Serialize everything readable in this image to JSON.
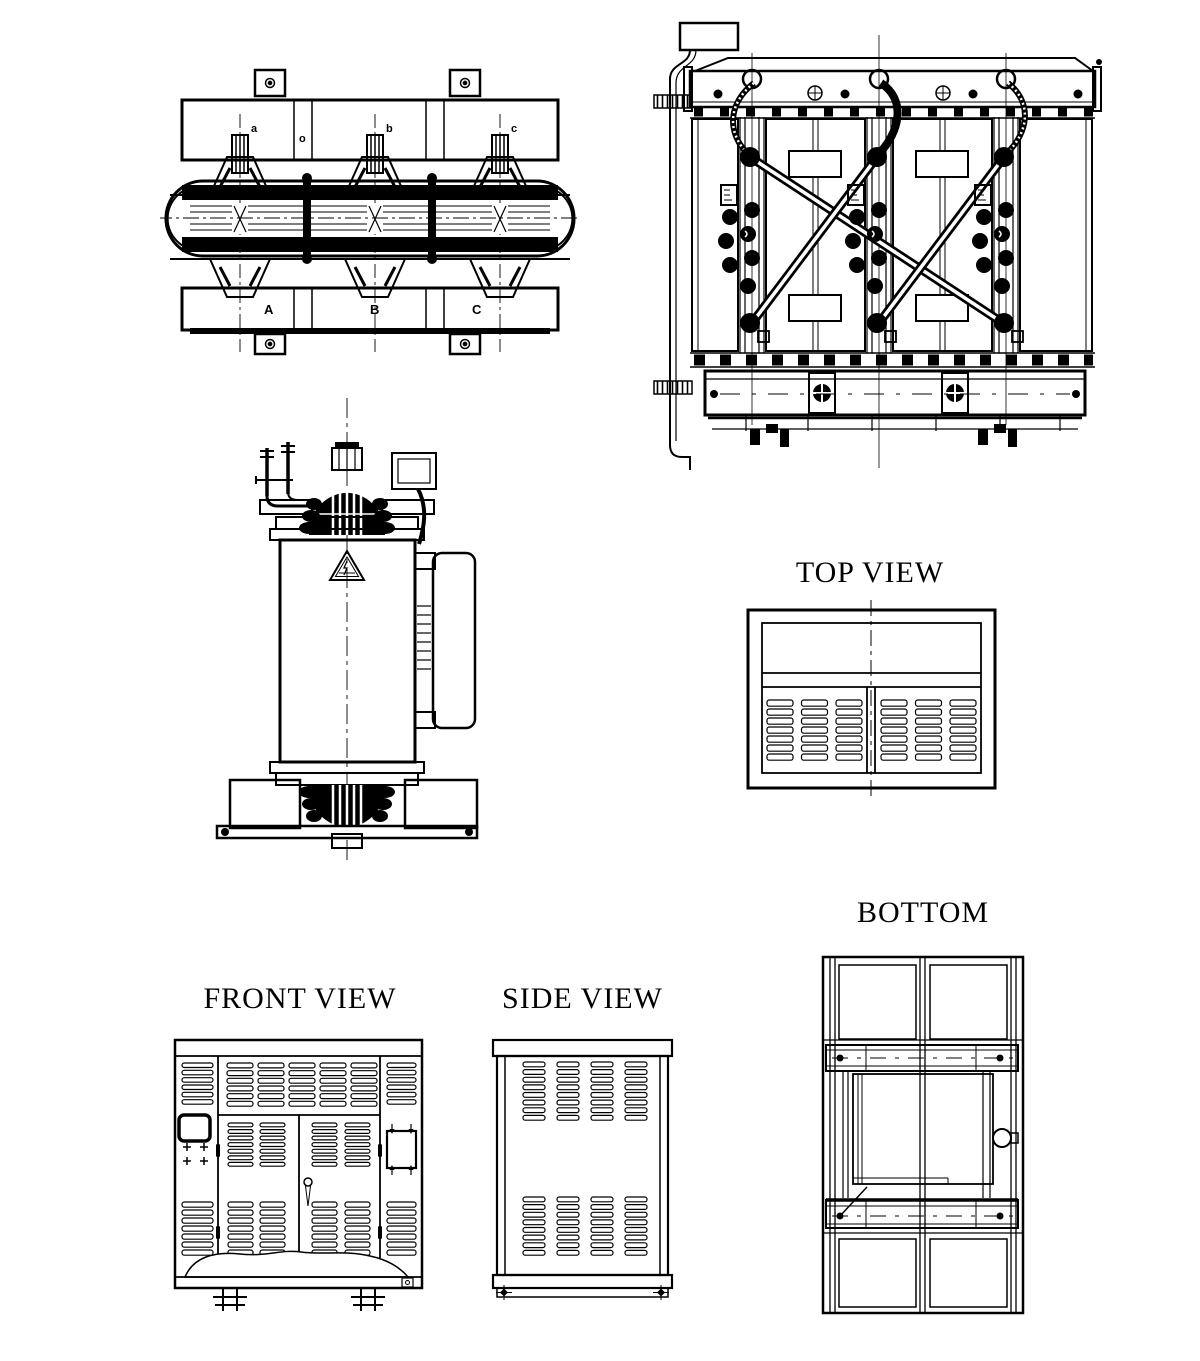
{
  "page": {
    "background": "#ffffff",
    "line_color": "#000000"
  },
  "labels": {
    "top_view": "TOP VIEW",
    "bottom": "BOTTOM",
    "front_view": "FRONT VIEW",
    "side_view": "SIDE VIEW"
  },
  "core_plan": {
    "hv_terminals": {
      "a": "a",
      "o": "o",
      "b": "b",
      "c": "c"
    },
    "lv_terminals": {
      "A": "A",
      "B": "B",
      "C": "C"
    }
  }
}
